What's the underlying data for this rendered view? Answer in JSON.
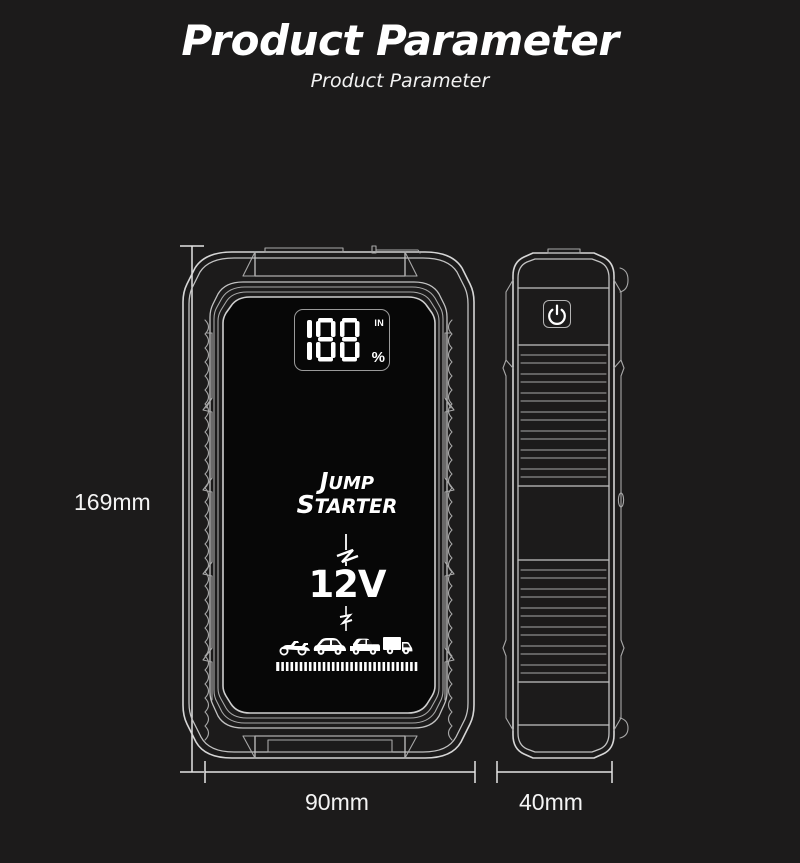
{
  "page": {
    "background_color": "#1c1b1b",
    "line_color": "#d8d8d8",
    "text_color": "#ffffff"
  },
  "header": {
    "title": "Product Parameter",
    "subtitle": "Product Parameter"
  },
  "dimensions": {
    "height": "169mm",
    "width_front": "90mm",
    "width_side": "40mm"
  },
  "front_view": {
    "lcd": {
      "digits": "188",
      "unit_label": "IN",
      "percent_label": "%"
    },
    "branding": {
      "line1": "JUMP",
      "line1_cap": "J",
      "line1_rest": "UMP",
      "line2": "STARTER",
      "line2_cap": "S",
      "line2_rest": "TARTER",
      "voltage": "12V"
    },
    "vehicle_icons": [
      "motorcycle-icon",
      "car-icon",
      "pickup-truck-icon",
      "box-truck-icon"
    ],
    "bolt_icon": "lightning-bolt-icon",
    "road_icon": "dashed-road-icon"
  },
  "side_view": {
    "power_button_icon": "power-icon"
  }
}
